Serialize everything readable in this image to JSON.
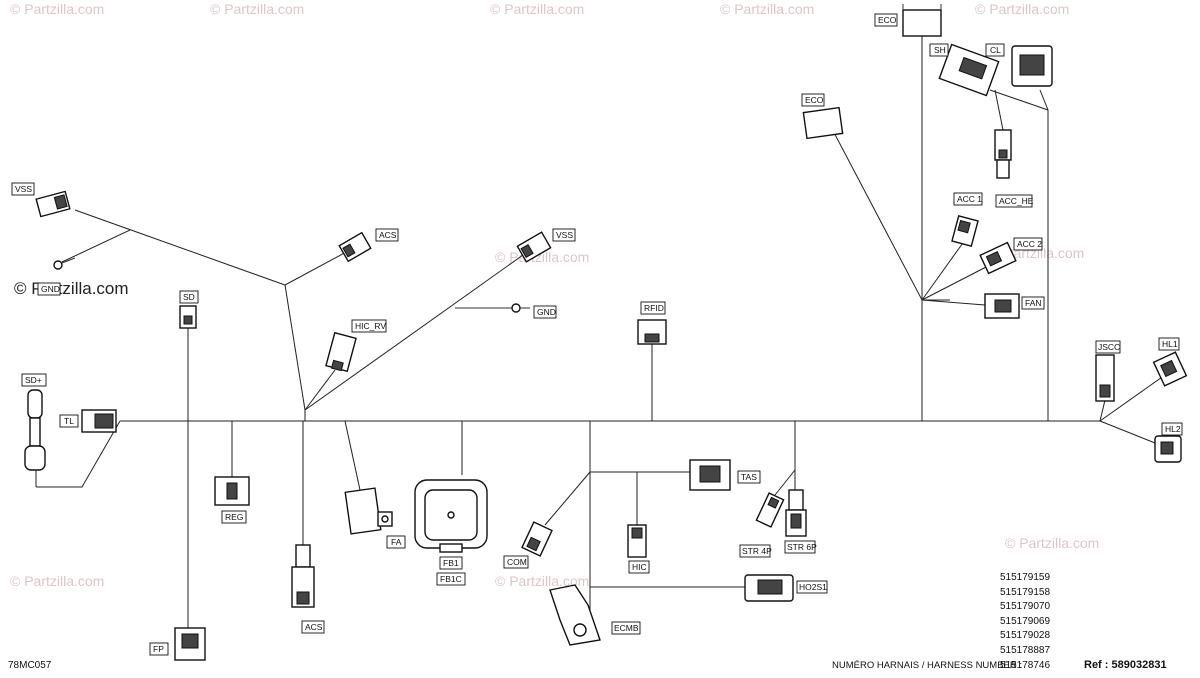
{
  "watermark_text": "© Partzilla.com",
  "drawing_code": "78MC057",
  "harness_caption": "NUMÉRO HARNAIS / HARNESS NUMBER :",
  "harness_numbers": [
    "515179159",
    "515179158",
    "515179070",
    "515179069",
    "515179028",
    "515178887",
    "515178746"
  ],
  "reference": "Ref : 589032831",
  "labels": {
    "eco_top": "ECO",
    "sh": "SH",
    "cl": "CL",
    "eco_mid": "ECO",
    "acc1": "ACC 1",
    "acc_he": "ACC_HE",
    "acc2": "ACC 2",
    "fan": "FAN",
    "vss_left": "VSS",
    "gnd_left": "GND",
    "acs_top": "ACS",
    "vss_mid": "VSS",
    "gnd_mid": "GND",
    "hic_rv": "HIC_RV",
    "rfid": "RFID",
    "sd": "SD",
    "sdplus": "SD+",
    "tl": "TL",
    "reg": "REG",
    "fa": "FA",
    "fb1": "FB1",
    "fb1c": "FB1C",
    "acs_bottom": "ACS",
    "fp": "FP",
    "com": "COM",
    "hic": "HIC",
    "tas": "TAS",
    "str4p": "STR 4P",
    "str6p": "STR 6P",
    "ho2s1": "HO2S1",
    "ecmb": "ECMB",
    "jscc": "JSCC",
    "hl1": "HL1",
    "hl2": "HL2"
  }
}
